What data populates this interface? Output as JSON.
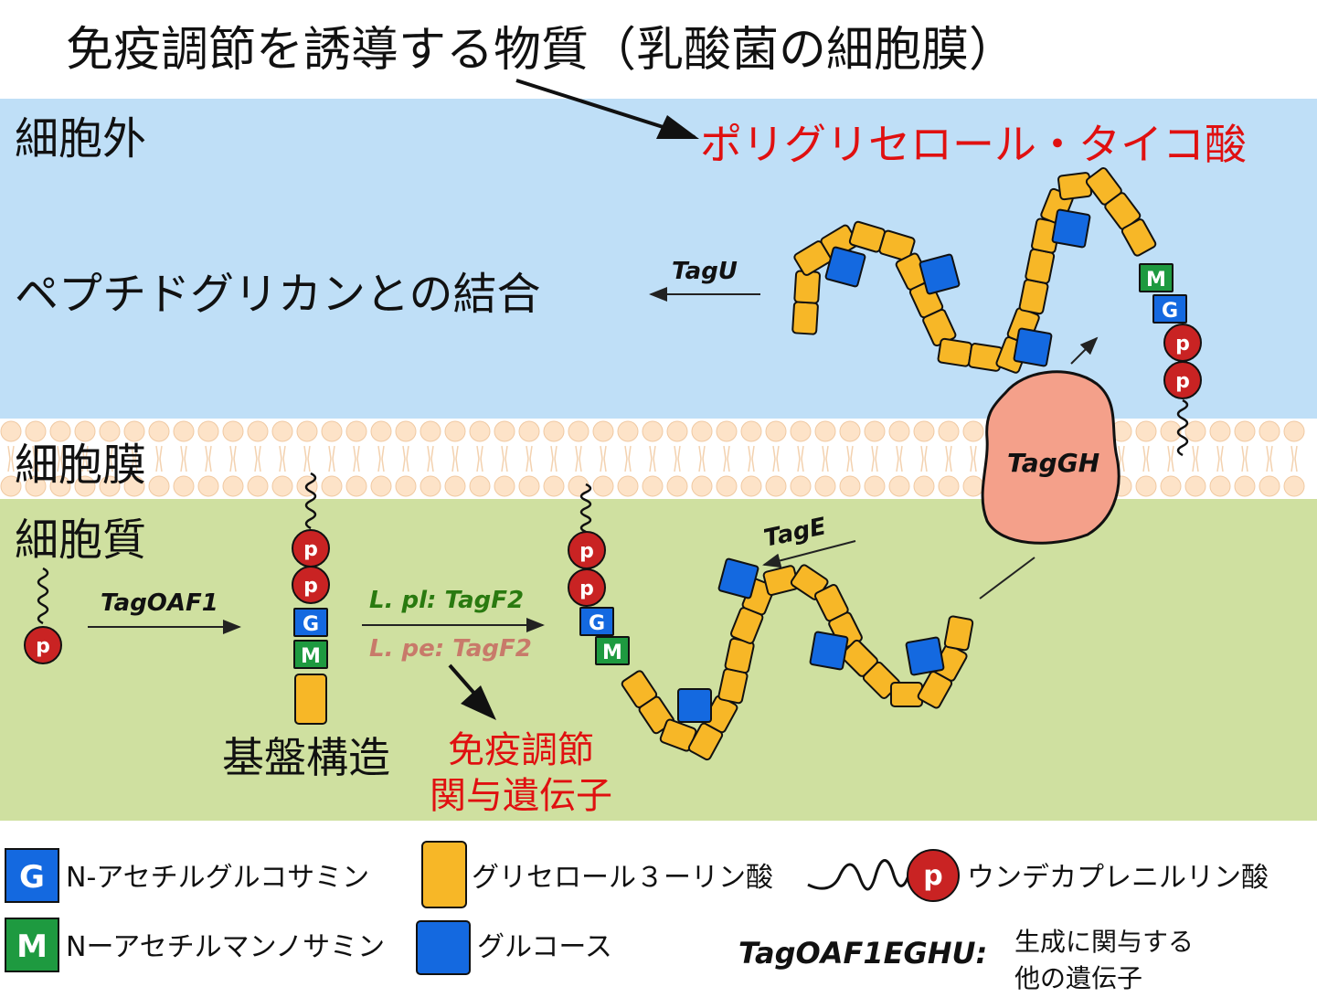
{
  "title": "免疫調節を誘導する物質（乳酸菌の細胞膜）",
  "regions": {
    "outside": "細胞外",
    "membrane": "細胞膜",
    "cytoplasm": "細胞質"
  },
  "highlight": "ポリグリセロール・タイコ酸",
  "peptidoglycan": "ペプチドグリカンとの結合",
  "enzymes": {
    "tagu": "TagU",
    "taggh": "TagGH",
    "tage": "TagE",
    "tagoaf1": "TagOAF1",
    "lpl": "L. pl: TagF2",
    "lpe": "L. pe: TagF2"
  },
  "base_structure": "基盤構造",
  "immune_genes": [
    "免疫調節",
    "関与遺伝子"
  ],
  "badges": {
    "p": "p",
    "g": "G",
    "m": "M"
  },
  "legend": {
    "glcnac": "N-アセチルグルコサミン",
    "mannosamine": "Nーアセチルマンノサミン",
    "glycerol": "グリセロール３ーリン酸",
    "glucose": "グルコース",
    "undecaprenyl": "ウンデカプレニルリン酸",
    "genes_label": "TagOAF1EGHU:",
    "genes_desc": [
      "生成に関与する",
      "他の遺伝子"
    ]
  },
  "colors": {
    "outside_bg": "#bfdff7",
    "cytoplasm_bg": "#cfe0a0",
    "membrane_head": "#fde3c8",
    "glycerol": "#f7b727",
    "glucose": "#1469e0",
    "glcnac": "#1469e0",
    "mannosamine": "#1e9a40",
    "phosphate": "#c92323",
    "enzyme": "#f4a08a",
    "red_text": "#e01010",
    "green_text": "#2a7a10",
    "pink_text": "#c87a6a"
  }
}
